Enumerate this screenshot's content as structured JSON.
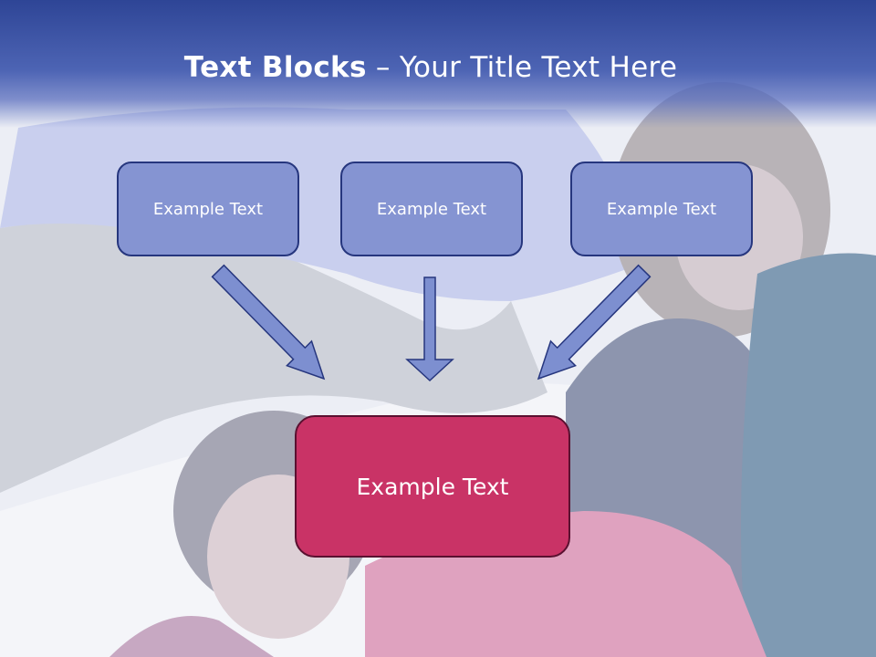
{
  "title": {
    "bold": "Text Blocks",
    "dash": " – ",
    "rest": "Your Title Text Here"
  },
  "blocks": [
    "Example Text",
    "Example Text",
    "Example Text"
  ],
  "main_block": "Example Text",
  "colors": {
    "header": "#3a52a6",
    "small_block_fill": "#8594d2",
    "small_block_border": "#26367e",
    "main_block_fill": "#c93366",
    "main_block_border": "#5a1030",
    "arrow_fill": "#7d8fd0",
    "arrow_stroke": "#26367e"
  }
}
